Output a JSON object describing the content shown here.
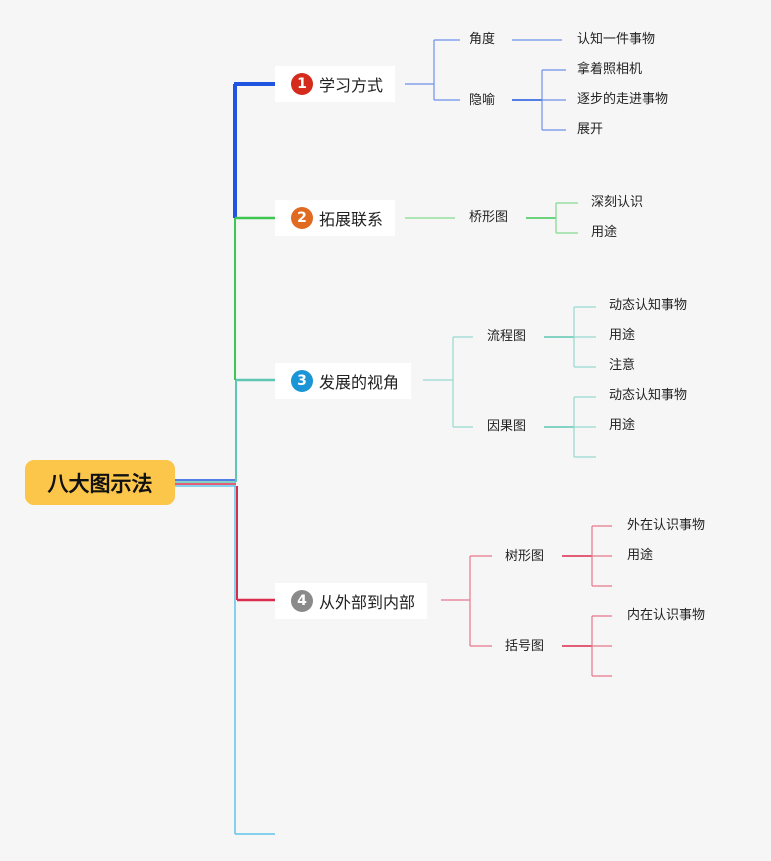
{
  "root": {
    "label": "八大图示法"
  },
  "branches": [
    {
      "number": "1",
      "label": "学习方式",
      "color": "#1f55e0",
      "badge_color": "#d42b1c",
      "children": [
        {
          "label": "角度",
          "leaves": [
            "认知一件事物"
          ]
        },
        {
          "label": "隐喻",
          "leaves": [
            "拿着照相机",
            "逐步的走进事物",
            "展开"
          ]
        }
      ]
    },
    {
      "number": "2",
      "label": "拓展联系",
      "color": "#3fc552",
      "badge_color": "#e06a1f",
      "children": [
        {
          "label": "桥形图",
          "leaves": [
            "深刻认识",
            "用途"
          ]
        }
      ]
    },
    {
      "number": "3",
      "label": "发展的视角",
      "color": "#5fc6b4",
      "badge_color": "#1c95d6",
      "children": [
        {
          "label": "流程图",
          "leaves": [
            "动态认知事物",
            "用途",
            "注意"
          ]
        },
        {
          "label": "因果图",
          "leaves": [
            "动态认知事物",
            "用途",
            ""
          ]
        }
      ]
    },
    {
      "number": "4",
      "label": "从外部到内部",
      "color": "#dc2c4e",
      "badge_color": "#8a8a8a",
      "children": [
        {
          "label": "树形图",
          "leaves": [
            "外在认识事物",
            "用途",
            ""
          ]
        },
        {
          "label": "括号图",
          "leaves": [
            "内在认识事物",
            "",
            ""
          ]
        }
      ]
    }
  ],
  "empty_branch_color": "#5ec3ea"
}
